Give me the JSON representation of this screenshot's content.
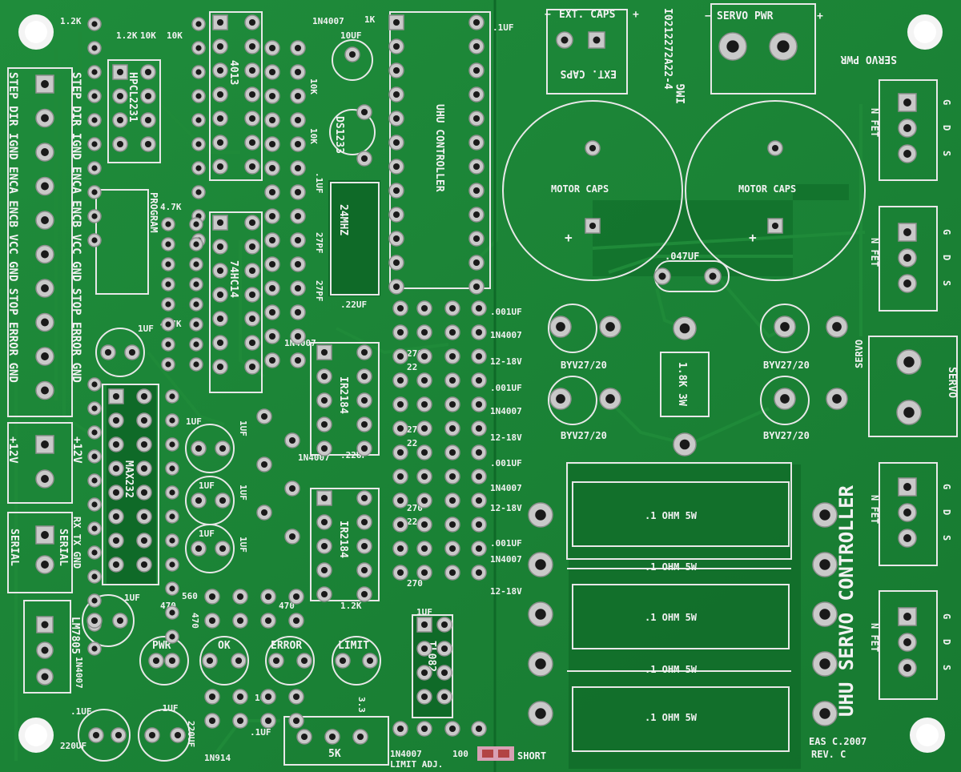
{
  "board": {
    "title": "UHU SERVO CONTROLLER",
    "credit": "EAS C.2007",
    "revision": "REV. C",
    "part_number": "I0212272A22-4",
    "fab_code": "IMG"
  },
  "connectors": {
    "ext_caps": "EXT. CAPS",
    "servo_pwr": "SERVO PWR",
    "servo_pwr_minus": "−",
    "servo_pwr_plus": "+",
    "servo": "SERVO",
    "serial": "SERIAL",
    "lm7805": "LM7805",
    "plus12v": "+12V",
    "short": "SHORT",
    "nfet": "N FET",
    "gds": [
      "G",
      "D",
      "S"
    ]
  },
  "left_header_pins": [
    "STEP",
    "DIR",
    "IGND",
    "ENCA",
    "ENCB",
    "VCC",
    "GND",
    "STOP",
    "ERROR",
    "GND"
  ],
  "serial_pins": [
    "RX",
    "TX",
    "GND"
  ],
  "components": {
    "motor_caps": "MOTOR CAPS",
    "c047": ".047UF",
    "byv": "BYV27/20",
    "res_1k8": "1.8K 3W",
    "shunt": ".1 OHM 5W",
    "ir2184": "IR2184",
    "max232": "MAX232",
    "hcpl": "HPCL2231",
    "c74": "74HC14",
    "c4013": "4013",
    "uhu": "UHU CONTROLLER",
    "ds1233": "DS1233",
    "xtal": "24MHZ",
    "tl082": "TL082",
    "program": "PROGRAM",
    "r47k": "4.7K",
    "r12k": "1.2K",
    "r10k": "10K",
    "r1k": "1K",
    "d1n4007": "1N4007",
    "d1n914": "1N914",
    "c1uf": "1UF",
    "c01uf": ".1UF",
    "c10uf": "10UF",
    "c22uf": ".22UF",
    "c001uf": ".001UF",
    "c27pf": "27PF",
    "r270": "270",
    "r22": "22",
    "v1218": "12-18V",
    "r470": "470",
    "r560": "560",
    "c220uf": "220UF",
    "pot5k": "5K",
    "limit_adj": "LIMIT ADJ.",
    "r100": "100",
    "v33": "3.3"
  },
  "leds": [
    "PWR",
    "OK",
    "ERROR",
    "LIMIT"
  ]
}
